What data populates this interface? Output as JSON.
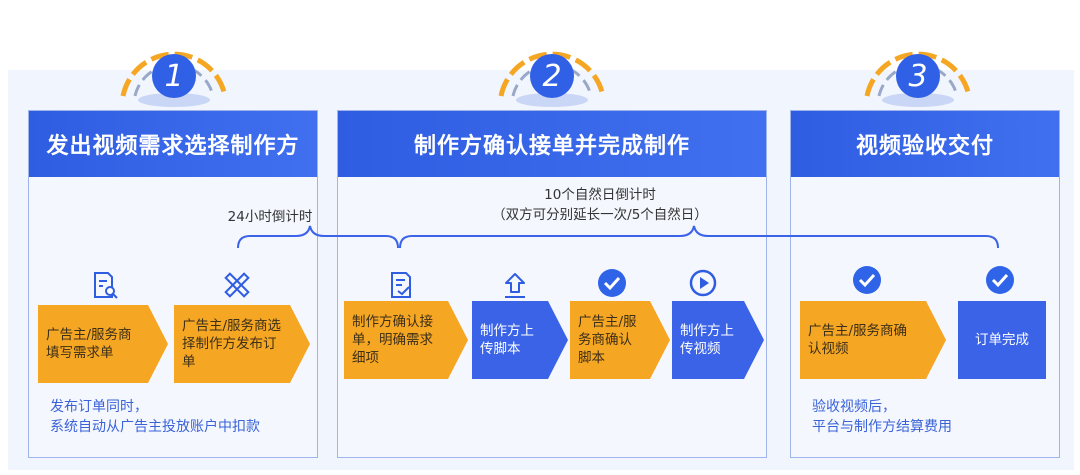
{
  "steps": [
    {
      "num": "1",
      "title": "发出视频需求选择制作方"
    },
    {
      "num": "2",
      "title": "制作方确认接单并完成制作"
    },
    {
      "num": "3",
      "title": "视频验收交付"
    }
  ],
  "timers": {
    "t1": "24小时倒计时",
    "t2_line1": "10个自然日倒计时",
    "t2_line2": "（双方可分别延长一次/5个自然日）"
  },
  "boxes": {
    "b1": "广告主/服务商填写需求单",
    "b2": "广告主/服务商选择制作方发布订单",
    "b3": "制作方确认接单，明确需求细项",
    "b4": "制作方上传脚本",
    "b5": "广告主/服务商确认脚本",
    "b6": "制作方上传视频",
    "b7": "广告主/服务商确认视频",
    "b8": "订单完成"
  },
  "notes": {
    "n1_line1": "发布订单同时，",
    "n1_line2": "系统自动从广告主投放账户中扣款",
    "n3_line1": "验收视频后，",
    "n3_line2": "平台与制作方结算费用"
  },
  "icons": [
    "document-search-icon",
    "pencil-ruler-icon",
    "document-check-icon",
    "upload-icon",
    "check-circle-icon",
    "play-circle-icon",
    "check-circle-icon",
    "check-circle-icon"
  ],
  "colors": {
    "primary": "#2f5de2",
    "orange": "#f5a623",
    "note": "#3a63d8"
  }
}
